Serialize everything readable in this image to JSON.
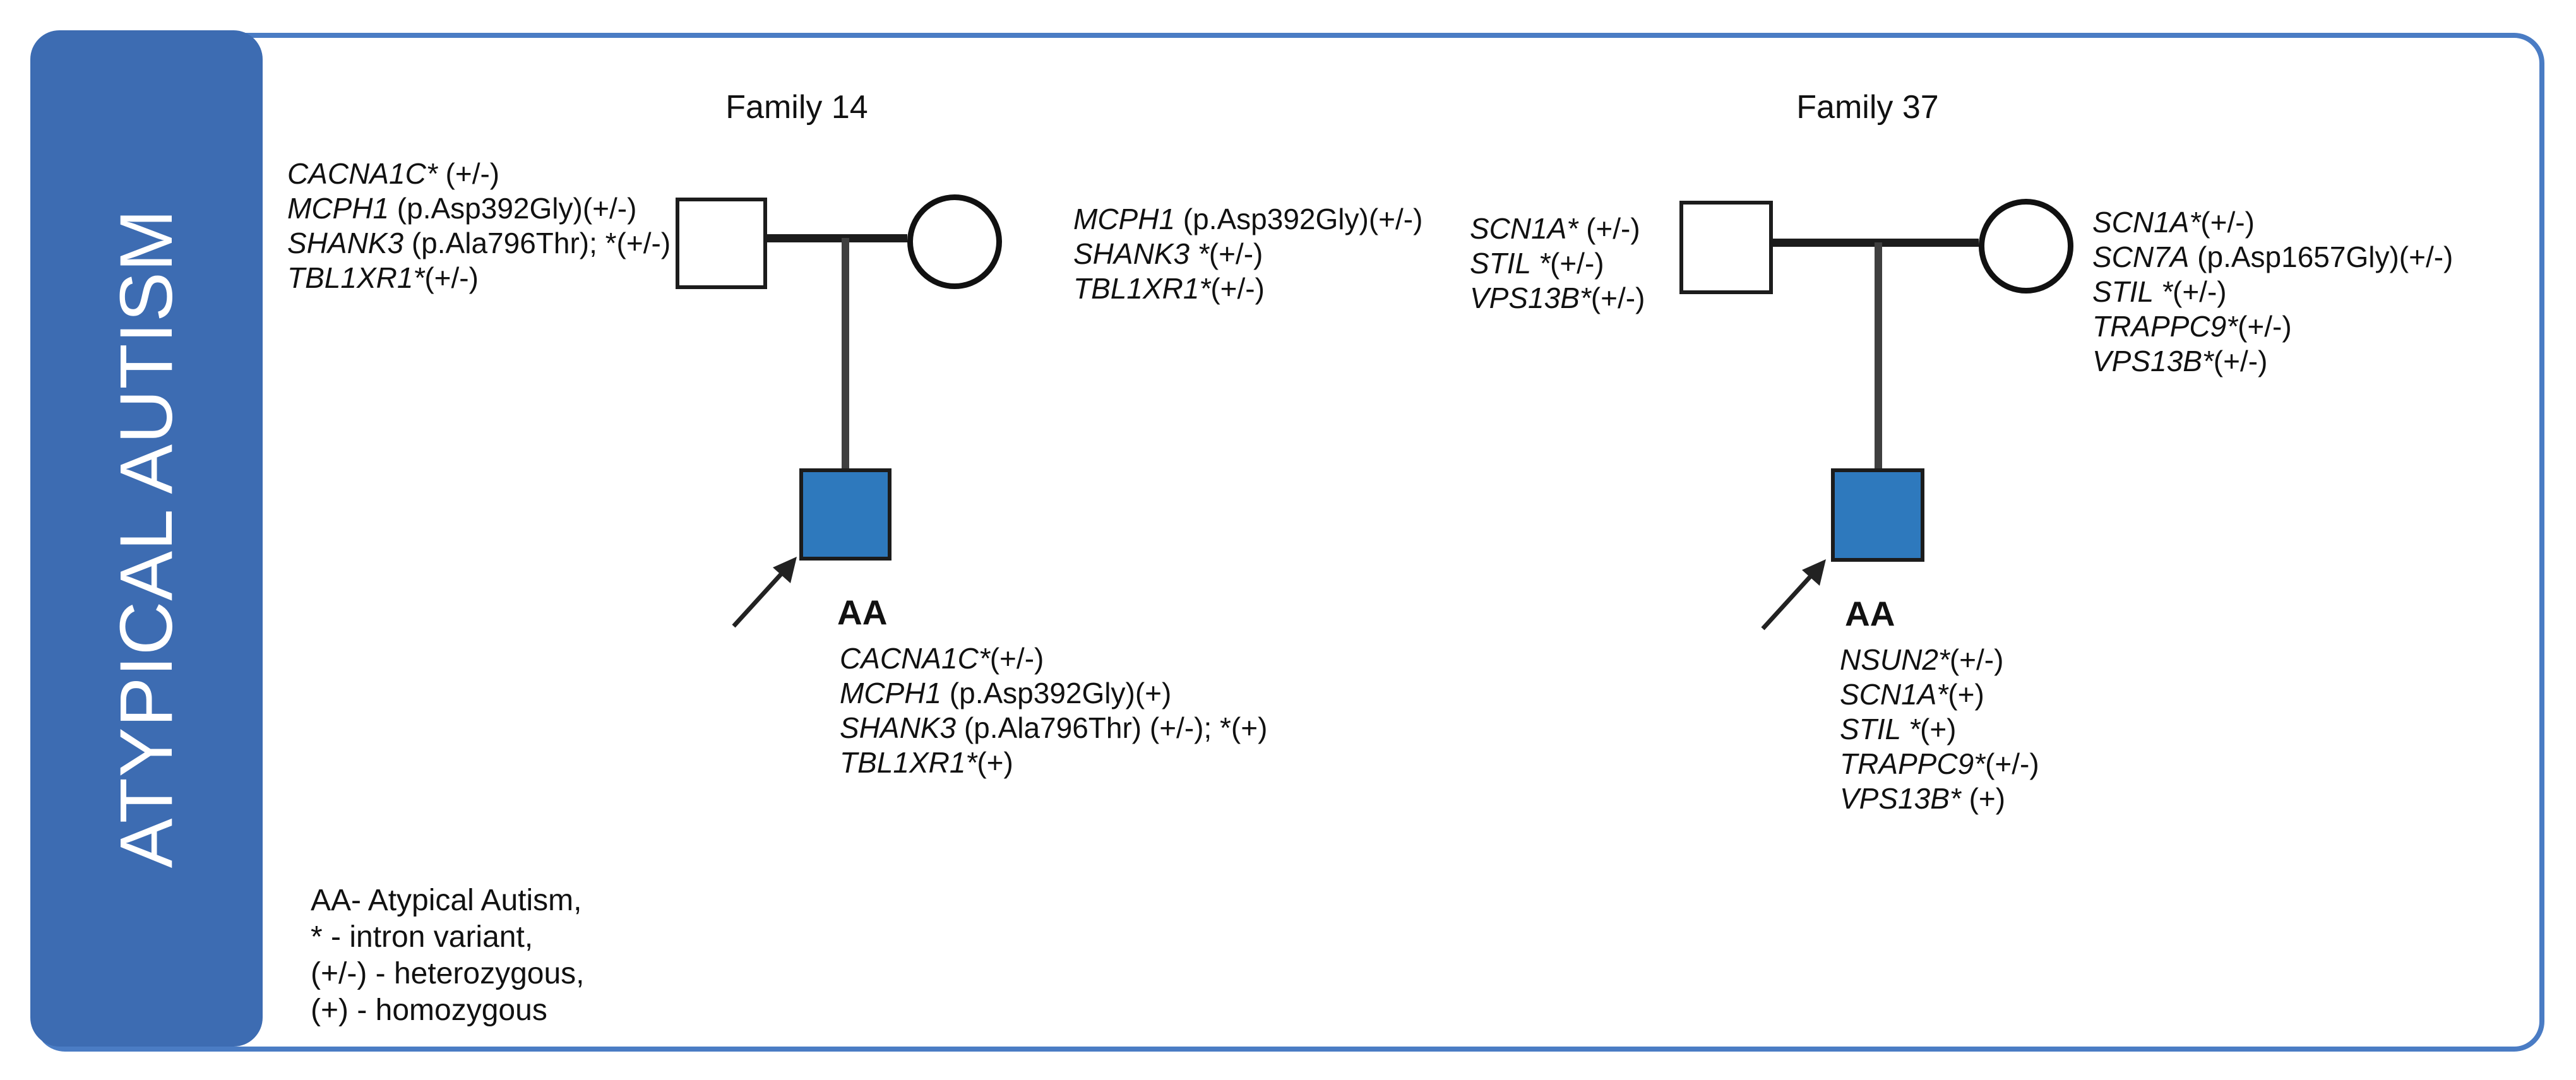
{
  "sidebar": {
    "label": "ATYPICAL AUTISM"
  },
  "colors": {
    "sidebar_blue": "#3d6cb2",
    "frame_blue": "#4a7cc4",
    "affected_fill": "#2e79bd",
    "symbol_outline": "#1c1c1c",
    "descent_line": "#3f3f3f"
  },
  "legend": {
    "lines": [
      "AA- Atypical Autism,",
      "* - intron variant,",
      "(+/-) - heterozygous,",
      "(+) - homozygous"
    ]
  },
  "families": [
    {
      "title": "Family 14",
      "proband_label": "AA",
      "father_genes": [
        {
          "gene": "CACNA1C*",
          "variant": " (+/-)"
        },
        {
          "gene": "MCPH1",
          "variant": " (p.Asp392Gly)(+/-)"
        },
        {
          "gene": "SHANK3",
          "variant": " (p.Ala796Thr); *(+/-)"
        },
        {
          "gene": "TBL1XR1*",
          "variant": "(+/-)"
        }
      ],
      "mother_genes": [
        {
          "gene": "MCPH1",
          "variant": " (p.Asp392Gly)(+/-)"
        },
        {
          "gene": "SHANK3 *",
          "variant": "(+/-)"
        },
        {
          "gene": "TBL1XR1*",
          "variant": "(+/-)"
        }
      ],
      "proband_genes": [
        {
          "gene": "CACNA1C*",
          "variant": "(+/-)"
        },
        {
          "gene": "MCPH1",
          "variant": " (p.Asp392Gly)(+)"
        },
        {
          "gene": "SHANK3",
          "variant": " (p.Ala796Thr) (+/-); *(+)"
        },
        {
          "gene": "TBL1XR1*",
          "variant": "(+)"
        }
      ]
    },
    {
      "title": "Family 37",
      "proband_label": "AA",
      "father_genes": [
        {
          "gene": "SCN1A*",
          "variant": " (+/-)"
        },
        {
          "gene": "STIL *",
          "variant": "(+/-)"
        },
        {
          "gene": "VPS13B*",
          "variant": "(+/-)"
        }
      ],
      "mother_genes": [
        {
          "gene": "SCN1A*",
          "variant": "(+/-)"
        },
        {
          "gene": "SCN7A",
          "variant": " (p.Asp1657Gly)(+/-)"
        },
        {
          "gene": "STIL *",
          "variant": "(+/-)"
        },
        {
          "gene": "TRAPPC9*",
          "variant": "(+/-)"
        },
        {
          "gene": "VPS13B*",
          "variant": "(+/-)"
        }
      ],
      "proband_genes": [
        {
          "gene": "NSUN2*",
          "variant": "(+/-)"
        },
        {
          "gene": "SCN1A*",
          "variant": "(+)"
        },
        {
          "gene": "STIL *",
          "variant": "(+)"
        },
        {
          "gene": "TRAPPC9*",
          "variant": "(+/-)"
        },
        {
          "gene": "VPS13B*",
          "variant": " (+)"
        }
      ]
    }
  ]
}
